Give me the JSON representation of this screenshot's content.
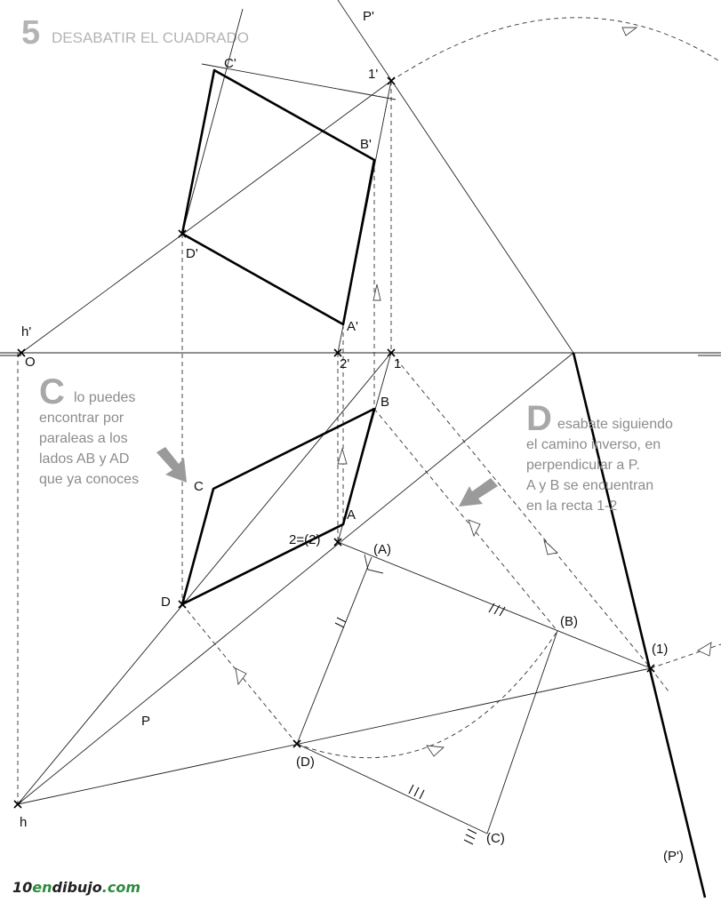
{
  "header": {
    "step": "5",
    "title": "DESABATIR EL CUADRADO"
  },
  "labels": {
    "P_prime": "P'",
    "one_prime": "1'",
    "C_prime": "C'",
    "B_prime": "B'",
    "D_prime": "D'",
    "A_prime": "A'",
    "h_prime": "h'",
    "O": "O",
    "two_prime": "2'",
    "one": "1",
    "B": "B",
    "C": "C",
    "A": "A",
    "D": "D",
    "two_eq": "2=(2)",
    "A_rab": "(A)",
    "B_rab": "(B)",
    "one_rab": "(1)",
    "P": "P",
    "D_rab": "(D)",
    "C_rab": "(C)",
    "h": "h",
    "P_prime_rab": "(P')"
  },
  "note_c": {
    "initial": "C",
    "lines": [
      "lo puedes",
      "encontrar por",
      "paraleas a los",
      "lados AB y AD",
      "que ya conoces"
    ]
  },
  "note_d": {
    "initial": "D",
    "lines": [
      "esabate siguiendo",
      "el camino inverso, en",
      "perpendicular a P.",
      "A y B se encuentran",
      "en la recta 1-2"
    ]
  },
  "logo": {
    "num": "10",
    "en": "en",
    "dibujo": "dibujo",
    "dom": ".com"
  },
  "colors": {
    "logo_num": "#222222",
    "logo_en": "#2e8b3e",
    "logo_rest": "#222222",
    "note_gray": "#8c8c8c"
  }
}
